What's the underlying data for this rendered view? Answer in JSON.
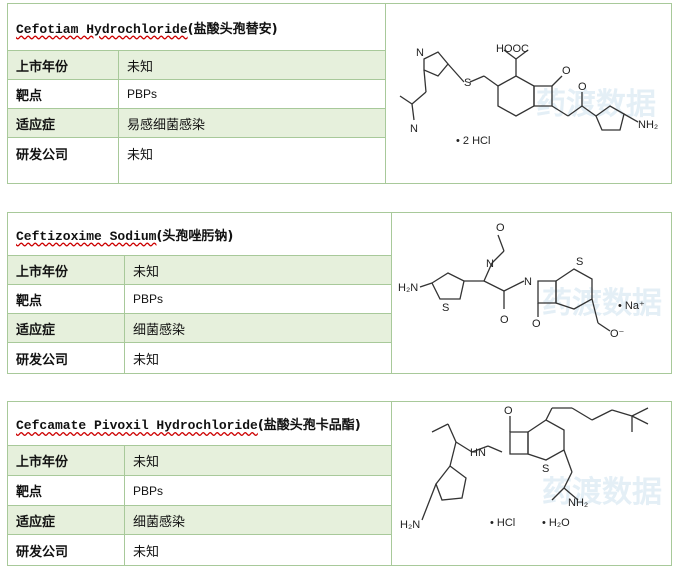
{
  "cards": [
    {
      "title_en": "Cefotiam Hydrochloride",
      "title_cn": "(盐酸头孢替安)",
      "rows": [
        {
          "label": "上市年份",
          "value": "未知"
        },
        {
          "label": "靶点",
          "value": "PBPs"
        },
        {
          "label": "适应症",
          "value": "易感细菌感染"
        },
        {
          "label": "研发公司",
          "value": "未知"
        }
      ],
      "structure_labels": {
        "cooh": "HOOC",
        "hcl": "• 2 HCl",
        "nh2": "NH₂"
      }
    },
    {
      "title_en": "Ceftizoxime Sodium",
      "title_cn": "(头孢唑肟钠)",
      "rows": [
        {
          "label": "上市年份",
          "value": "未知"
        },
        {
          "label": "靶点",
          "value": "PBPs"
        },
        {
          "label": "适应症",
          "value": "细菌感染"
        },
        {
          "label": "研发公司",
          "value": "未知"
        }
      ],
      "structure_labels": {
        "h2n": "H₂N",
        "na": "• Na⁺",
        "coo": "O⁻"
      }
    },
    {
      "title_en": "Cefcamate Pivoxil Hydrochloride",
      "title_cn": "(盐酸头孢卡品酯)",
      "rows": [
        {
          "label": "上市年份",
          "value": "未知"
        },
        {
          "label": "靶点",
          "value": "PBPs"
        },
        {
          "label": "适应症",
          "value": "细菌感染"
        },
        {
          "label": "研发公司",
          "value": "未知"
        }
      ],
      "structure_labels": {
        "h2n": "H₂N",
        "hcl": "• HCl",
        "h2o": "• H₂O"
      }
    }
  ],
  "watermark": "药渡数据"
}
